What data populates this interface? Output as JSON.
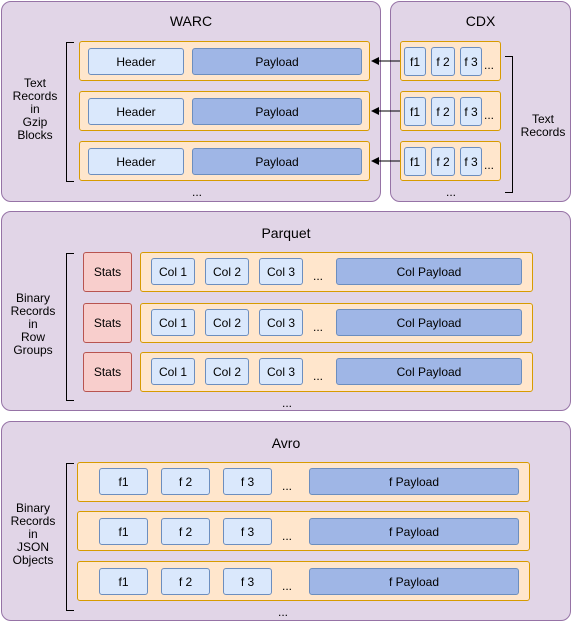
{
  "warc": {
    "title": "WARC",
    "side_label": [
      "Text",
      "Records",
      "in",
      "Gzip",
      "Blocks"
    ],
    "header_label": "Header",
    "payload_label": "Payload",
    "ellipsis": "..."
  },
  "cdx": {
    "title": "CDX",
    "fields": [
      "f1",
      "f 2",
      "f 3"
    ],
    "ellipsis": "...",
    "side_label": [
      "Text",
      "Records"
    ]
  },
  "parquet": {
    "title": "Parquet",
    "side_label": [
      "Binary",
      "Records",
      "in",
      "Row",
      "Groups"
    ],
    "stats_label": "Stats",
    "cols": [
      "Col 1",
      "Col 2",
      "Col 3"
    ],
    "ellipsis": "...",
    "payload_label": "Col Payload",
    "bottom_ellipsis": "..."
  },
  "avro": {
    "title": "Avro",
    "side_label": [
      "Binary",
      "Records",
      "in",
      "JSON",
      "Objects"
    ],
    "fields": [
      "f1",
      "f 2",
      "f 3"
    ],
    "ellipsis": "...",
    "payload_label": "f Payload",
    "bottom_ellipsis": "..."
  },
  "colors": {
    "panel_fill": "#e1d5e7",
    "panel_stroke": "#9673a6",
    "row_fill": "#ffe6cc",
    "row_stroke": "#d79b00",
    "cell_fill": "#dae8fc",
    "payload_fill": "#9fb6e6",
    "stats_fill": "#f8cecc"
  }
}
